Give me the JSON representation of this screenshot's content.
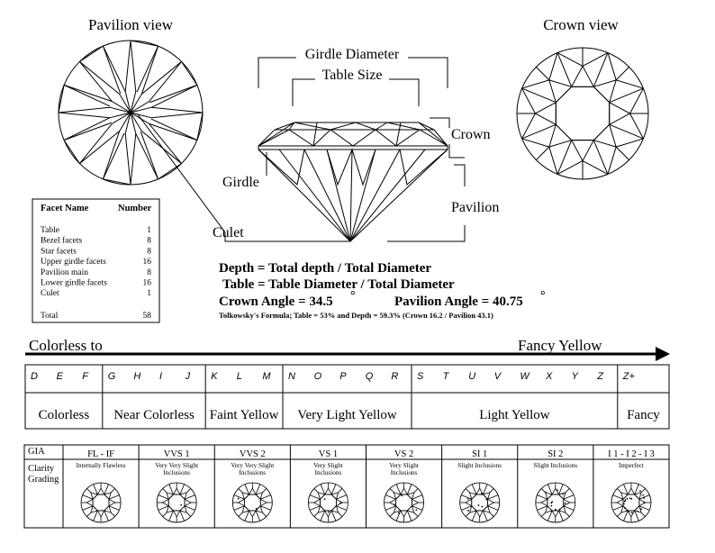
{
  "views": {
    "pavilion_view": "Pavilion view",
    "crown_view": "Crown view"
  },
  "diamond_labels": {
    "girdle_diameter": "Girdle Diameter",
    "table_size": "Table Size",
    "crown": "Crown",
    "girdle": "Girdle",
    "pavilion": "Pavilion",
    "culet": "Culet"
  },
  "facet_table": {
    "headers": [
      "Facet Name",
      "Number"
    ],
    "rows": [
      {
        "name": "Table",
        "number": "1"
      },
      {
        "name": "Bezel facets",
        "number": "8"
      },
      {
        "name": "Star facets",
        "number": "8"
      },
      {
        "name": "Upper girdle facets",
        "number": "16"
      },
      {
        "name": "Pavilion main",
        "number": "8"
      },
      {
        "name": "Lower girdle facets",
        "number": "16"
      },
      {
        "name": "Culet",
        "number": "1"
      }
    ],
    "total_label": "Total",
    "total_value": "58"
  },
  "formulas": {
    "depth": "Depth = Total depth / Total Diameter",
    "table": "Table = Table Diameter / Total Diameter",
    "crown_angle": "Crown Angle = 34.5",
    "pavilion_angle": "Pavilion Angle = 40.75",
    "degree_symbol": "°",
    "tolkowsky": "Tolkowsky's Formula; Table = 53% and Depth = 59.3%  (Crown 16.2 / Pavilion 43.1)"
  },
  "color_scale": {
    "left_label": "Colorless  to",
    "right_label": "Fancy Yellow",
    "groups": [
      {
        "letters": [
          "D",
          "E",
          "F"
        ],
        "name": "Colorless"
      },
      {
        "letters": [
          "G",
          "H",
          "I",
          "J"
        ],
        "name": "Near Colorless"
      },
      {
        "letters": [
          "K",
          "L",
          "M"
        ],
        "name": "Faint Yellow"
      },
      {
        "letters": [
          "N",
          "O",
          "P",
          "Q",
          "R"
        ],
        "name": "Very Light Yellow"
      },
      {
        "letters": [
          "S",
          "T",
          "U",
          "V",
          "W",
          "X",
          "Y",
          "Z"
        ],
        "name": "Light Yellow"
      },
      {
        "letters": [
          "Z+"
        ],
        "name": "Fancy"
      }
    ]
  },
  "clarity": {
    "header_line1": "GIA",
    "header_line2": "Clarity",
    "header_line3": "Grading",
    "grades": [
      {
        "code": "FL - IF",
        "desc1": "Internally Flawless",
        "desc2": "",
        "inclusions": 0
      },
      {
        "code": "VVS 1",
        "desc1": "Very Very Slight",
        "desc2": "Inclusions",
        "inclusions": 1
      },
      {
        "code": "VVS 2",
        "desc1": "Very Very Slight",
        "desc2": "Inclusions",
        "inclusions": 2
      },
      {
        "code": "VS 1",
        "desc1": "Very Slight",
        "desc2": "Inclusions",
        "inclusions": 3
      },
      {
        "code": "VS 2",
        "desc1": "Very Slight",
        "desc2": "Inclusions",
        "inclusions": 4
      },
      {
        "code": "SI 1",
        "desc1": "Slight Inclusions",
        "desc2": "",
        "inclusions": 6
      },
      {
        "code": "SI 2",
        "desc1": "Slight Inclusions",
        "desc2": "",
        "inclusions": 9
      },
      {
        "code": "I 1 - I 2 - I 3",
        "desc1": "Imperfect",
        "desc2": "",
        "inclusions": 16
      }
    ]
  }
}
